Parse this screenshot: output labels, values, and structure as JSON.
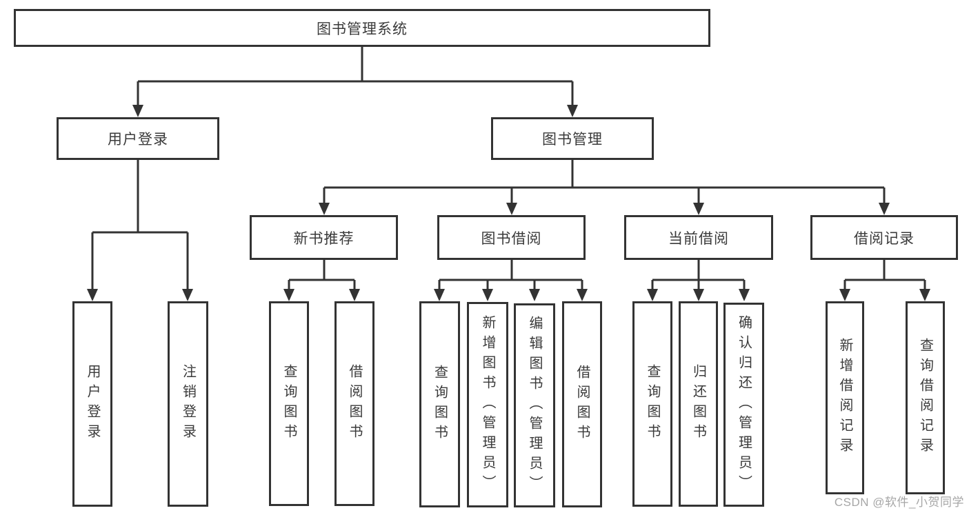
{
  "diagram": {
    "type": "hierarchy-tree",
    "colors": {
      "line": "#333333",
      "box_border": "#333333",
      "box_fill": "#ffffff",
      "text": "#3a3a3a",
      "background": "#ffffff",
      "watermark": "#9e9e9e"
    },
    "nodes": {
      "root": {
        "label": "图书管理系统"
      },
      "user_login": {
        "label": "用户登录"
      },
      "book_management": {
        "label": "图书管理"
      },
      "leaf_user_login": {
        "label": "用户登录"
      },
      "leaf_logout": {
        "label": "注销登录"
      },
      "new_book_recommend": {
        "label": "新书推荐"
      },
      "book_borrow": {
        "label": "图书借阅"
      },
      "current_borrow": {
        "label": "当前借阅"
      },
      "borrow_record": {
        "label": "借阅记录"
      },
      "rec_query_book": {
        "label": "查询图书"
      },
      "rec_borrow_book": {
        "label": "借阅图书"
      },
      "bb_query_book": {
        "label": "查询图书"
      },
      "bb_add_book": {
        "label": "新增图书（管理员）"
      },
      "bb_edit_book": {
        "label": "编辑图书（管理员）"
      },
      "bb_borrow_book": {
        "label": "借阅图书"
      },
      "cb_query_book": {
        "label": "查询图书"
      },
      "cb_return_book": {
        "label": "归还图书"
      },
      "cb_confirm_return": {
        "label": "确认归还（管理员）"
      },
      "br_add_record": {
        "label": "新增借阅记录"
      },
      "br_query_record": {
        "label": "查询借阅记录"
      }
    },
    "hierarchy": {
      "root": [
        "user_login",
        "book_management"
      ],
      "user_login": [
        "leaf_user_login",
        "leaf_logout"
      ],
      "book_management": [
        "new_book_recommend",
        "book_borrow",
        "current_borrow",
        "borrow_record"
      ],
      "new_book_recommend": [
        "rec_query_book",
        "rec_borrow_book"
      ],
      "book_borrow": [
        "bb_query_book",
        "bb_add_book",
        "bb_edit_book",
        "bb_borrow_book"
      ],
      "current_borrow": [
        "cb_query_book",
        "cb_return_book",
        "cb_confirm_return"
      ],
      "borrow_record": [
        "br_add_record",
        "br_query_record"
      ]
    },
    "watermark": {
      "text": "CSDN @软件_小贺同学"
    }
  }
}
